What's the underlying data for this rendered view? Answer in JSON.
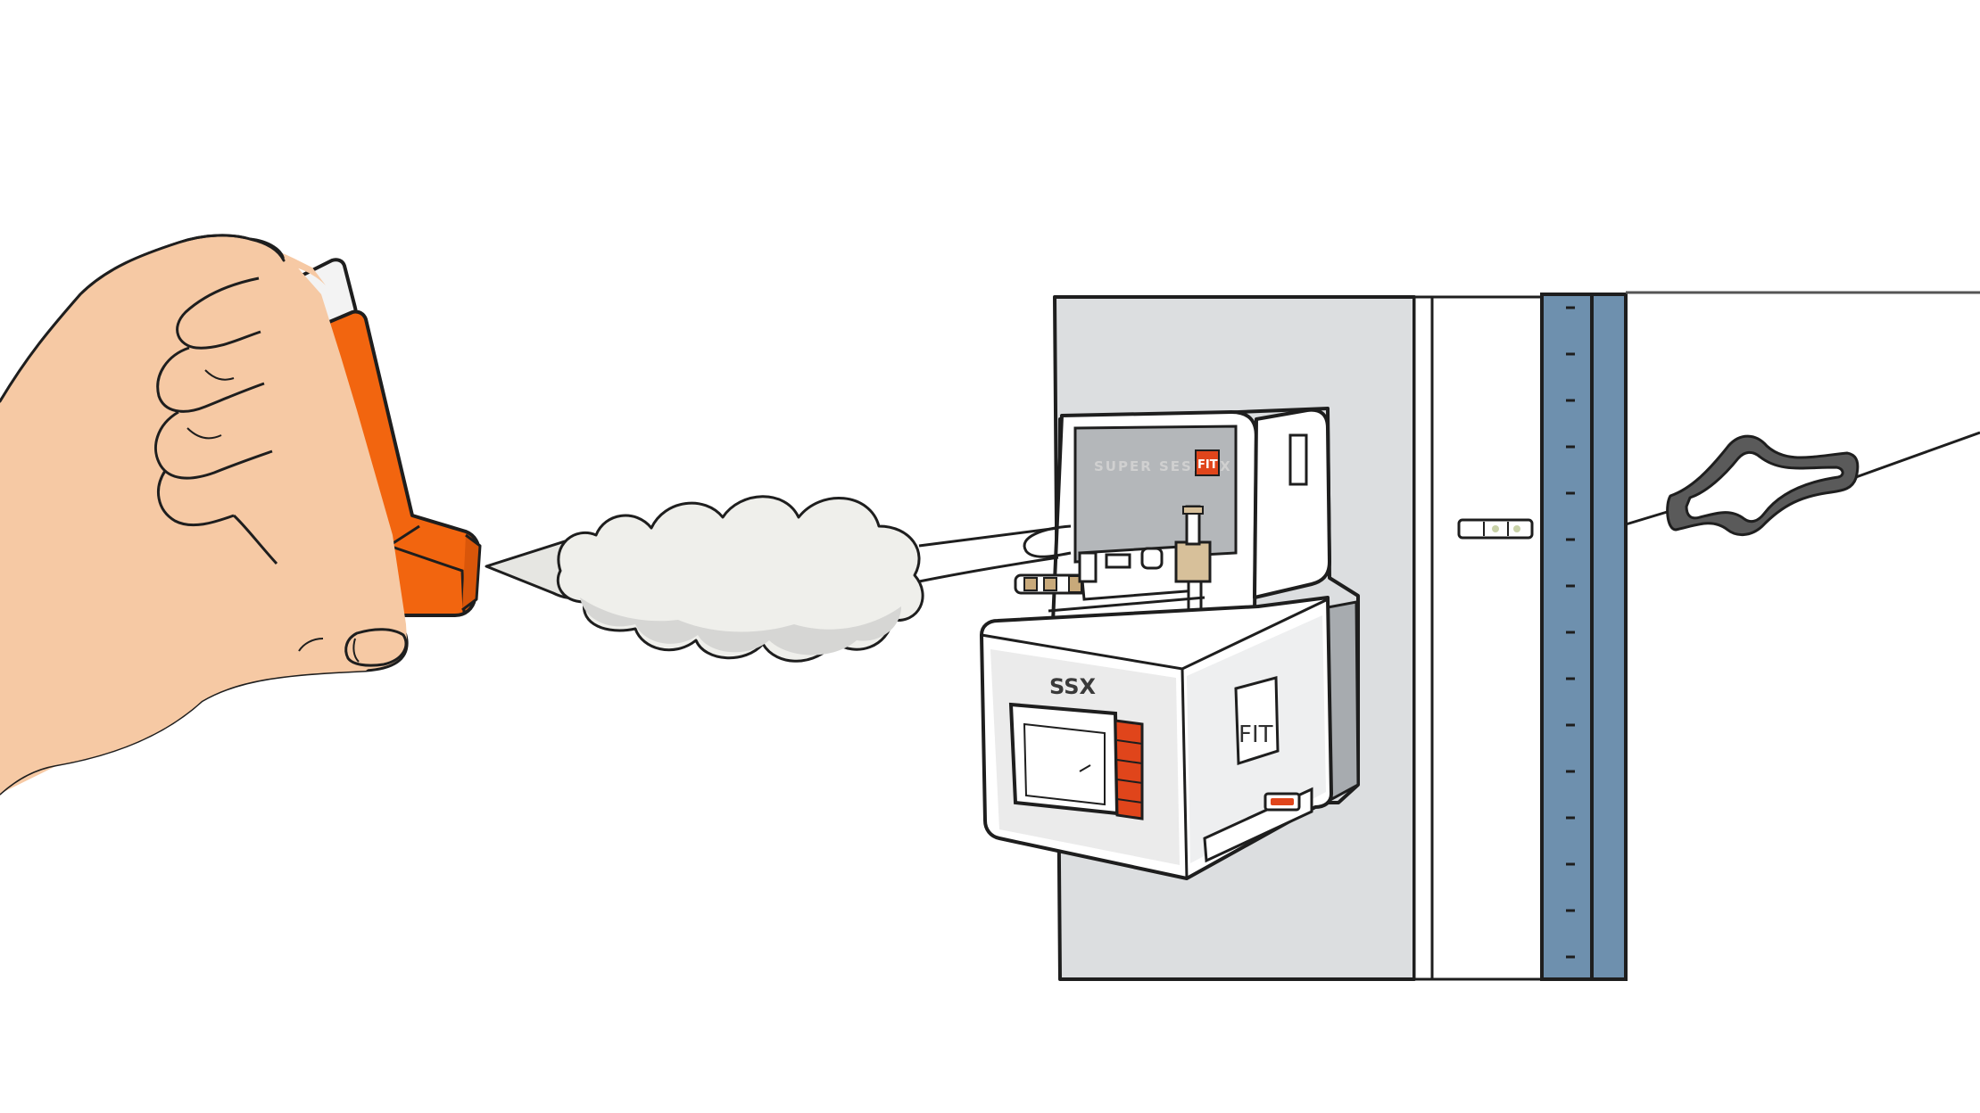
{
  "scene": {
    "colors": {
      "background": "#ffffff",
      "skin": "#f6c9a4",
      "inhaler_body": "#f2650f",
      "inhaler_cap": "#f3f3f3",
      "aerosol_cloud": "#eeeeea",
      "cabinet": "#dcdee0",
      "blue_rail": "#6e90ae",
      "accent_red": "#e0451b",
      "outline": "#1e1e1e"
    },
    "device": {
      "brand_label": "SUPER SESI - X",
      "logo_small": "FIT",
      "model_label": "SSX",
      "logo_large": "FIT"
    },
    "icons": {
      "hand": "hand-icon",
      "inhaler": "inhaler-icon",
      "cloud": "aerosol-cloud-icon",
      "clamp": "clamp-knob-icon"
    }
  }
}
